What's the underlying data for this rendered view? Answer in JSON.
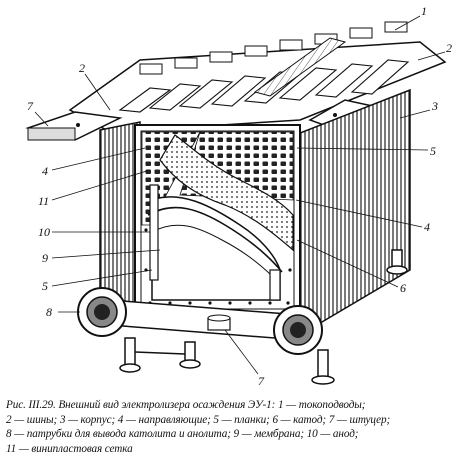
{
  "figure": {
    "callouts": [
      "1",
      "2",
      "7",
      "2",
      "3",
      "5",
      "4",
      "11",
      "10",
      "9",
      "5",
      "8",
      "4",
      "6",
      "7"
    ]
  },
  "caption": {
    "line1": "Рис. III.29. Внешний вид электролизера осаждения ЭУ-1: 1 — токоподводы;",
    "line2": "2 — шины; 3 — корпус; 4 — направляющие; 5 — планки; 6 — катод; 7 — штуцер;",
    "line3": "8 — патрубки для вывода католита и анолита; 9 — мембрана; 10 — анод;",
    "line4": "11 — винипластовая сетка"
  }
}
